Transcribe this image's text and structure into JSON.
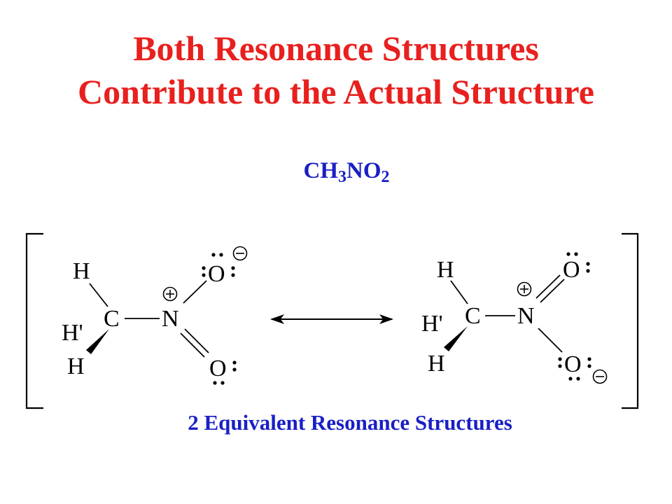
{
  "title": {
    "line1": "Both Resonance Structures",
    "line2": "Contribute to the Actual Structure"
  },
  "formula": {
    "part1": "CH",
    "sub1": "3",
    "part2": "NO",
    "sub2": "2"
  },
  "caption": "2 Equivalent Resonance Structures",
  "atoms": {
    "hydrogen": "H",
    "hydrogen_dashed": "H'",
    "carbon": "C",
    "nitrogen": "N",
    "oxygen": "O"
  },
  "colors": {
    "title": "#e8201e",
    "formula": "#1a1fc4",
    "caption": "#1a1fc4",
    "structure": "#000000"
  }
}
